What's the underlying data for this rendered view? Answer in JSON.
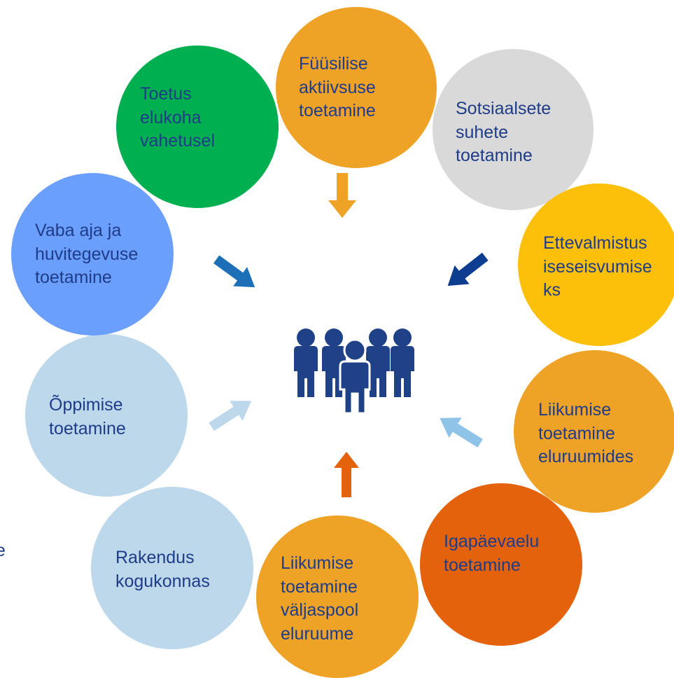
{
  "colors": {
    "text": "#1f3c88",
    "orange": "#eea226",
    "grey": "#d9d9d9",
    "yellow": "#fdc00a",
    "dark_orange": "#e4620b",
    "light_blue": "#bdd8ea",
    "blue": "#6a9ffe",
    "green": "#00af50",
    "people": "#1e4187"
  },
  "center_icon": "people-group-icon",
  "edge_text": "ne",
  "nodes": [
    {
      "id": "fyysilise",
      "label": "Füüsilise\naktiivsuse\ntoetamine",
      "color": "#eea226"
    },
    {
      "id": "sotsiaalsete",
      "label": "Sotsiaalsete\nsuhete\ntoetamine",
      "color": "#d9d9d9"
    },
    {
      "id": "ettevalmistus",
      "label": "Ettevalmistus\niseseisvumise\nks",
      "color": "#fdc00a"
    },
    {
      "id": "liikumise-eluruumides",
      "label": "Liikumise\ntoetamine\neluruumides",
      "color": "#eea226"
    },
    {
      "id": "igapaevaelu",
      "label": "Igapäevaelu\ntoetamine",
      "color": "#e4620b"
    },
    {
      "id": "liikumise-valjaspool",
      "label": "Liikumise\ntoetamine\nväljaspool\neluruume",
      "color": "#eea226"
    },
    {
      "id": "rakendus",
      "label": "Rakendus\nkogukonnas",
      "color": "#bdd8ea"
    },
    {
      "id": "oppimise",
      "label": "Õppimise\ntoetamine",
      "color": "#bdd8ea"
    },
    {
      "id": "vaba-aja",
      "label": "Vaba aja ja\nhuvitegevuse\ntoetamine",
      "color": "#6a9ffe"
    },
    {
      "id": "toetus",
      "label": "Toetus\nelukoha\nvahetusel",
      "color": "#00af50"
    }
  ],
  "arrows": [
    {
      "id": "arrow-top",
      "color": "#eea226"
    },
    {
      "id": "arrow-top-right",
      "color": "#0d3d8f"
    },
    {
      "id": "arrow-right",
      "color": "#8fc3e8"
    },
    {
      "id": "arrow-bottom",
      "color": "#e4620b"
    },
    {
      "id": "arrow-left",
      "color": "#bdd8ea"
    },
    {
      "id": "arrow-top-left",
      "color": "#1d6fb8"
    }
  ]
}
